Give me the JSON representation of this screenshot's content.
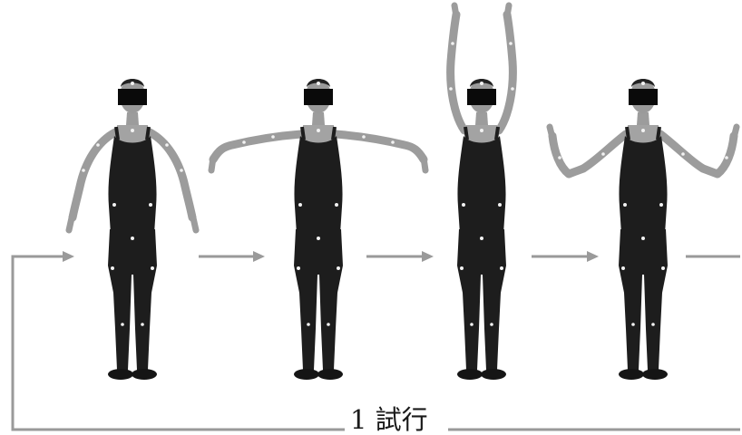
{
  "caption": "1 試行",
  "figures": [
    {
      "pose": "arms-low-rounded"
    },
    {
      "pose": "arms-side-horizontal"
    },
    {
      "pose": "arms-raised-overhead"
    },
    {
      "pose": "arms-side-elbows-bent-up"
    }
  ],
  "colors": {
    "arrow": "#9a9a9a",
    "body": "#1d1d1d",
    "skin": "#9c9c9c",
    "blindfold": "#0a0a0a",
    "marker": "#f2f2f2"
  }
}
